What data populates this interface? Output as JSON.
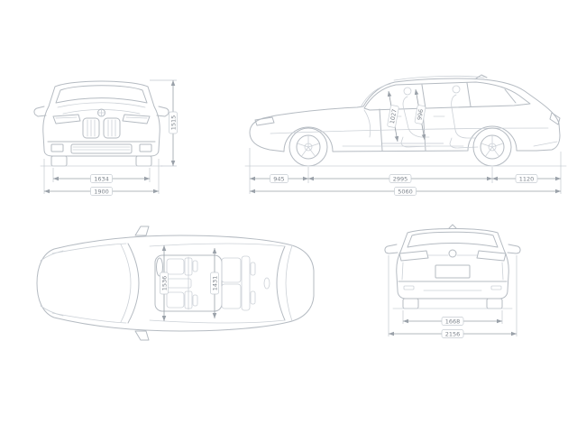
{
  "diagram": {
    "subject": "station-wagon-dimension-blueprint",
    "views": {
      "front": {
        "name": "front-view",
        "dims": {
          "track_width_mm": "1634",
          "body_width_mm": "1900",
          "height_mm": "1515"
        }
      },
      "side": {
        "name": "side-view",
        "dims": {
          "front_overhang_mm": "945",
          "wheelbase_mm": "2995",
          "rear_overhang_mm": "1120",
          "overall_length_mm": "5060",
          "front_headroom_mm": "1027",
          "rear_headroom_mm": "996"
        }
      },
      "top": {
        "name": "top-view",
        "dims": {
          "front_interior_width_mm": "1536",
          "rear_interior_width_mm": "1431"
        }
      },
      "rear": {
        "name": "rear-view",
        "dims": {
          "rear_track_width_mm": "1668",
          "width_incl_mirrors_mm": "2156"
        }
      }
    },
    "colors": {
      "background": "#ffffff",
      "car_line": "#b5bbc2",
      "car_line_light": "#ccd1d7",
      "dimension_line": "#9aa1a9",
      "extension_line": "#c3c9cf",
      "dimension_text": "#7d848c"
    }
  }
}
